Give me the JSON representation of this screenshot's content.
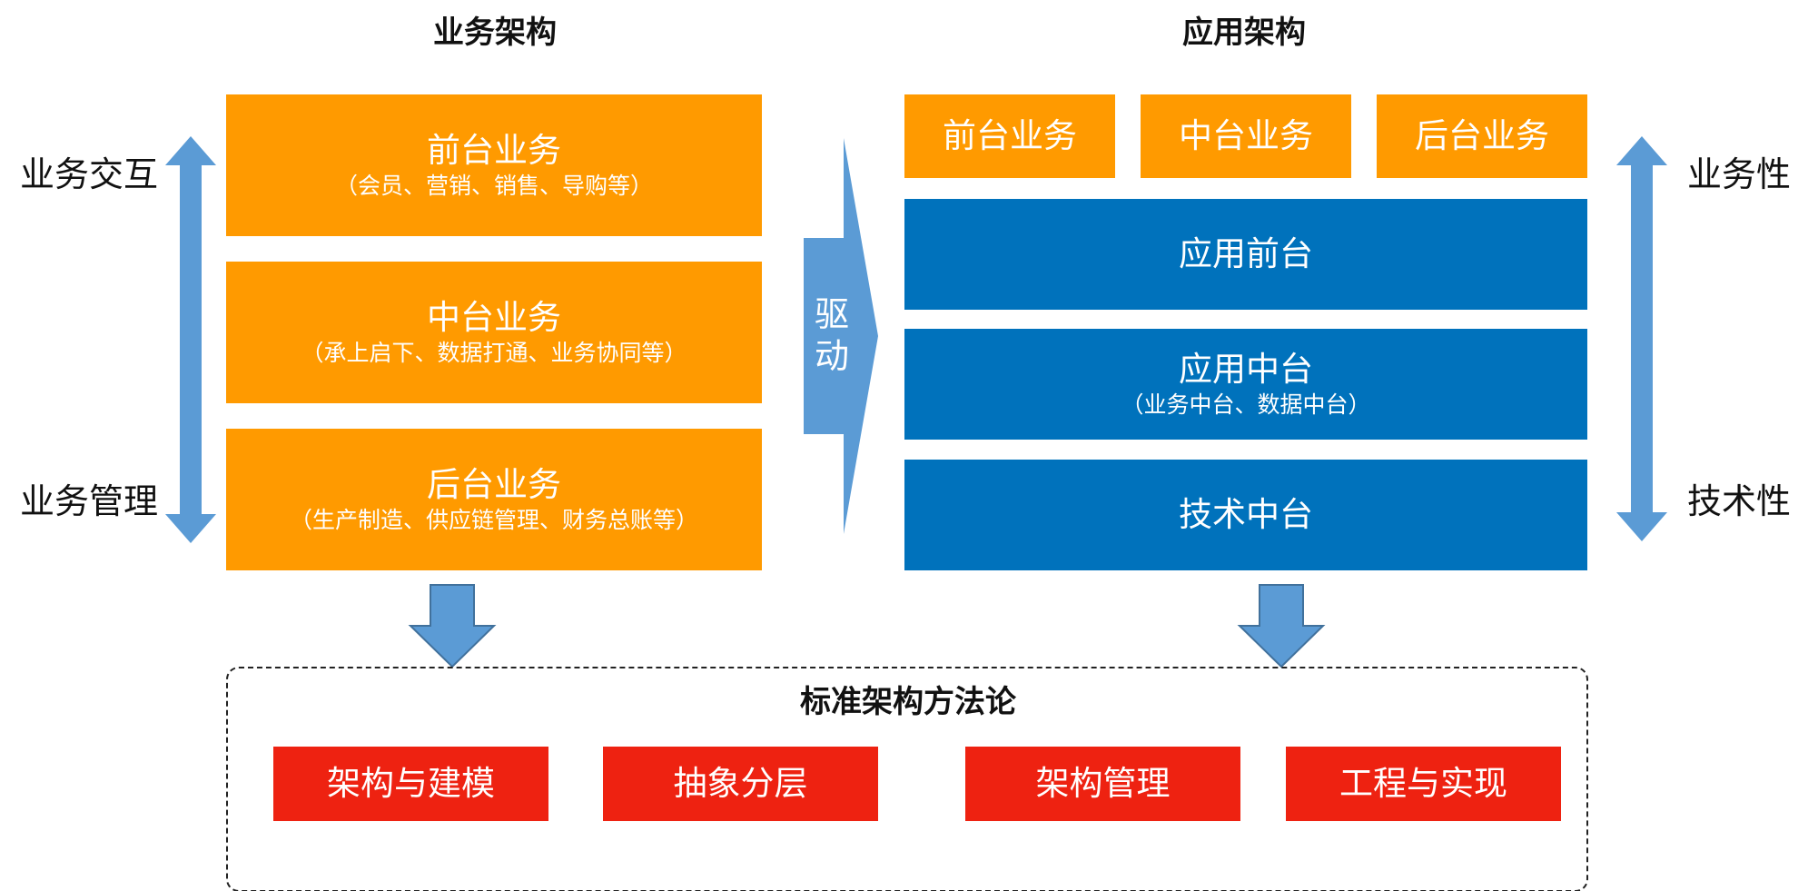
{
  "headings": {
    "business": "业务架构",
    "application": "应用架构",
    "methodology": "标准架构方法论"
  },
  "left_axis": {
    "top_label": "业务交互",
    "bottom_label": "业务管理"
  },
  "right_axis": {
    "top_label": "业务性",
    "bottom_label": "技术性"
  },
  "business_boxes": [
    {
      "title": "前台业务",
      "subtitle": "（会员、营销、销售、导购等）"
    },
    {
      "title": "中台业务",
      "subtitle": "（承上启下、数据打通、业务协同等）"
    },
    {
      "title": "后台业务",
      "subtitle": "（生产制造、供应链管理、财务总账等）"
    }
  ],
  "drive_arrow": {
    "label": "驱动"
  },
  "app_top_boxes": [
    {
      "title": "前台业务"
    },
    {
      "title": "中台业务"
    },
    {
      "title": "后台业务"
    }
  ],
  "app_blue_boxes": [
    {
      "title": "应用前台",
      "subtitle": ""
    },
    {
      "title": "应用中台",
      "subtitle": "（业务中台、数据中台）"
    },
    {
      "title": "技术中台",
      "subtitle": ""
    }
  ],
  "methods": [
    {
      "title": "架构与建模"
    },
    {
      "title": "抽象分层"
    },
    {
      "title": "架构管理"
    },
    {
      "title": "工程与实现"
    }
  ],
  "colors": {
    "orange": "#FF9A00",
    "blue": "#0072BC",
    "red": "#EE2211",
    "arrow": "#5B9BD5",
    "arrow_stroke": "#41719C"
  }
}
